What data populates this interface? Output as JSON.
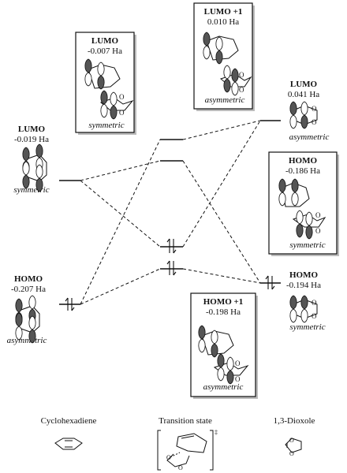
{
  "levels": {
    "cyclo_lumo": {
      "title": "LUMO",
      "energy": "-0.019 Ha",
      "sym": "symmetric"
    },
    "cyclo_homo": {
      "title": "HOMO",
      "energy": "-0.207 Ha",
      "sym": "asymmetric"
    },
    "ts_lumo": {
      "title": "LUMO",
      "energy": "-0.007 Ha",
      "sym": "symmetric"
    },
    "ts_lumo1": {
      "title": "LUMO +1",
      "energy": "0.010 Ha",
      "sym": "asymmetric"
    },
    "ts_homo": {
      "title": "HOMO",
      "energy": "-0.186 Ha",
      "sym": "symmetric"
    },
    "ts_homo1": {
      "title": "HOMO +1",
      "energy": "-0.198 Ha",
      "sym": "asymmetric"
    },
    "diox_lumo": {
      "title": "LUMO",
      "energy": "0.041 Ha",
      "sym": "asymmetric"
    },
    "diox_homo": {
      "title": "HOMO",
      "energy": "-0.194 Ha",
      "sym": "symmetric"
    }
  },
  "bottom_labels": {
    "cyclohexadiene": "Cyclohexadiene",
    "transition_state": "Transition state",
    "dioxole": "1,3-Dioxole",
    "ts_mark": "‡"
  }
}
